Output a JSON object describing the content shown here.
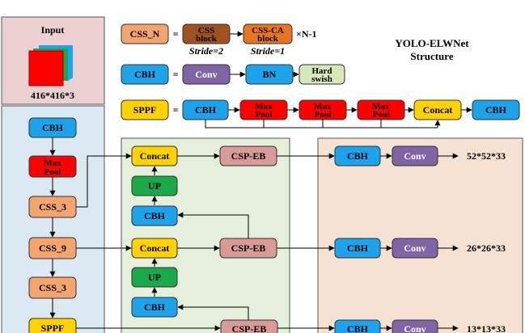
{
  "title": {
    "line1": "YOLO-ELWNet",
    "line2": "Structure"
  },
  "input": {
    "heading": "Input",
    "size": "416*416*3"
  },
  "legend": {
    "css_n": "CSS_N",
    "css_block": [
      "CSS",
      "block"
    ],
    "css_ca_block": [
      "CSS-CA",
      "block"
    ],
    "stride2": "Stride=2",
    "stride1": "Stride=1",
    "repeat": "×N-1",
    "cbh": "CBH",
    "conv": "Conv",
    "bn": "BN",
    "hard_swish": [
      "Hard",
      "swish"
    ],
    "sppf": "SPPF",
    "max_pool": [
      "Max",
      "Pool"
    ],
    "concat": "Concat",
    "equals": "="
  },
  "backbone": {
    "cbh": "CBH",
    "max_pool": [
      "Max",
      "Pool"
    ],
    "css3_a": "CSS_3",
    "css9": "CSS_9",
    "css3_b": "CSS_3",
    "sppf": "SPPF"
  },
  "neck": {
    "concat_top": "Concat",
    "up_top": "UP",
    "cbh_top": "CBH",
    "concat_mid": "Concat",
    "up_mid": "UP",
    "cbh_mid": "CBH",
    "csp_eb_top": "CSP-EB",
    "csp_eb_mid": "CSP-EB",
    "csp_eb_bot": "CSP-EB"
  },
  "head": {
    "cbh": "CBH",
    "conv": "Conv",
    "outputs": [
      "52*52*33",
      "26*26*33",
      "13*13*33"
    ]
  },
  "colors": {
    "orange": "#f4a46e",
    "brown": "#a0521e",
    "dark_orange": "#e8761e",
    "blue": "#1ca3ec",
    "purple": "#8064a6",
    "light_green": "#d4e8b8",
    "yellow": "#ffd200",
    "red": "#ff0000",
    "green": "#19a84a",
    "pink": "#d99b97",
    "input_bg": "#eccfd0",
    "backbone_bg": "#dbe9f3",
    "neck_bg": "#e5efdb",
    "head_bg": "#f6e2d2"
  },
  "icons": [
    "input-tensor-icon"
  ]
}
